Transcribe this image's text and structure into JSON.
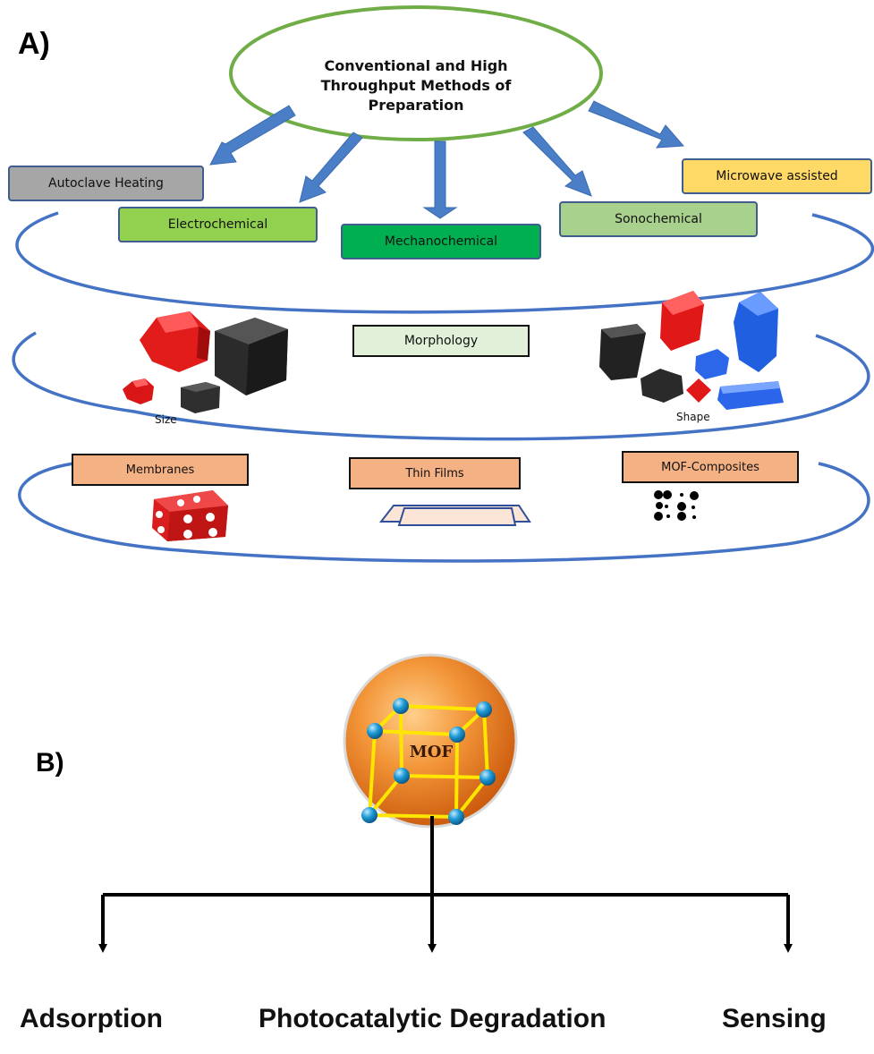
{
  "panel_a": {
    "label": "A)",
    "center_lines": [
      "Conventional and High",
      "Throughput Methods of",
      "Preparation"
    ],
    "methods": {
      "autoclave": "Autoclave Heating",
      "electrochemical": "Electrochemical",
      "mechanochemical": "Mechanochemical",
      "sonochemical": "Sonochemical",
      "microwave": "Microwave assisted"
    },
    "morphology": "Morphology",
    "size": "Size",
    "shape": "Shape",
    "membranes": "Membranes",
    "thin_films": "Thin Films",
    "mof_composites": "MOF-Composites"
  },
  "panel_b": {
    "label": "B)",
    "mof_label": "MOF",
    "applications": {
      "adsorption": "Adsorption",
      "photocatalytic": "Photocatalytic Degradation",
      "sensing": "Sensing"
    }
  },
  "colors": {
    "ring_blue": "#4472c4",
    "oval_green": "#70ad47",
    "arrow_blue": "#4a7ec7",
    "autoclave_fill": "#a6a6a6",
    "electro_fill": "#92d050",
    "mechano_fill": "#00b050",
    "sono_fill": "#a9d18e",
    "microwave_fill": "#ffd966",
    "morphology_fill": "#e2f0d9",
    "orange_box": "#f4b183",
    "mof_orange": "#e8781c",
    "node_blue": "#1e9bd7",
    "lattice_yellow": "#ffe600"
  }
}
